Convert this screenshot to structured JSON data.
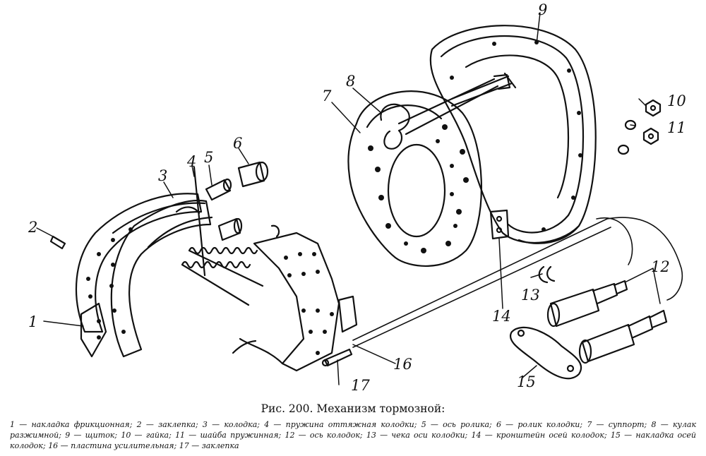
{
  "figure": {
    "caption": "Рис. 200. Механизм тормозной:",
    "callouts": [
      "1",
      "2",
      "3",
      "4",
      "5",
      "6",
      "7",
      "8",
      "9",
      "10",
      "11",
      "12",
      "13",
      "14",
      "15",
      "16",
      "17"
    ],
    "legend": [
      "1 — накладка фрикционная;",
      "2 — заклепка;",
      "3 — колодка;",
      "4 — пружина оттяжная колодки;",
      "5 — ось ролика;",
      "6 — ролик колодки;",
      "7 — суппорт;",
      "8 — кулак разжимной;",
      "9 — щиток;",
      "10 — гайка;",
      "11 — шайба пружинная;",
      "12 — ось колодок;",
      "13 — чека оси колодки;",
      "14 — кронштейн осей колодок;",
      "15 — накладка осей колодок;",
      "16 — пластина усилительная;",
      "17 — заклепка"
    ]
  }
}
